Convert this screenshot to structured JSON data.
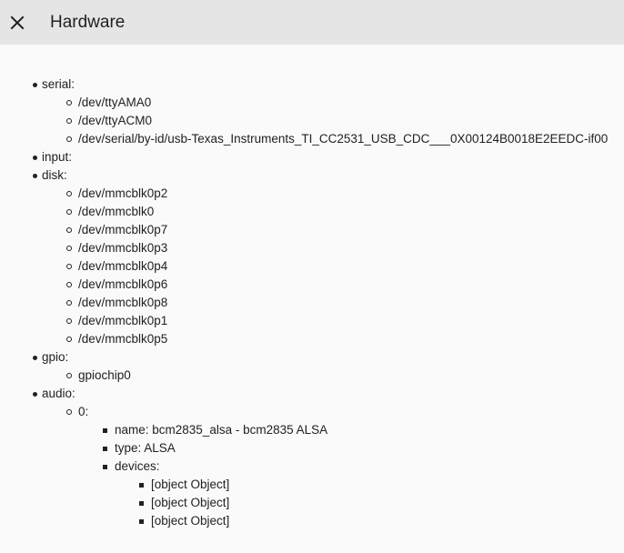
{
  "header": {
    "title": "Hardware",
    "close_icon": "close-icon"
  },
  "hardware": {
    "serial": {
      "label": "serial:",
      "items": [
        "/dev/ttyAMA0",
        "/dev/ttyACM0",
        "/dev/serial/by-id/usb-Texas_Instruments_TI_CC2531_USB_CDC___0X00124B0018E2EEDC-if00"
      ]
    },
    "input": {
      "label": "input:"
    },
    "disk": {
      "label": "disk:",
      "items": [
        "/dev/mmcblk0p2",
        "/dev/mmcblk0",
        "/dev/mmcblk0p7",
        "/dev/mmcblk0p3",
        "/dev/mmcblk0p4",
        "/dev/mmcblk0p6",
        "/dev/mmcblk0p8",
        "/dev/mmcblk0p1",
        "/dev/mmcblk0p5"
      ]
    },
    "gpio": {
      "label": "gpio:",
      "items": [
        "gpiochip0"
      ]
    },
    "audio": {
      "label": "audio:",
      "card": {
        "label": "0:",
        "name": "name: bcm2835_alsa - bcm2835 ALSA",
        "type": "type: ALSA",
        "devices_label": "devices:",
        "devices": [
          "[object Object]",
          "[object Object]",
          "[object Object]"
        ]
      }
    }
  }
}
